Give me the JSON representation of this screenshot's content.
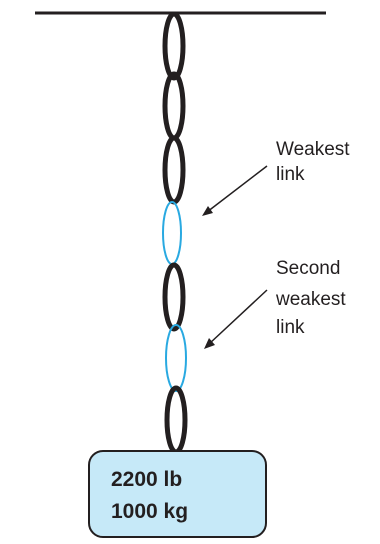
{
  "labels": {
    "weakest": [
      "Weakest",
      "link"
    ],
    "second_weakest": [
      "Second",
      "weakest",
      "link"
    ]
  },
  "weight": {
    "pounds": "2200 lb",
    "kilograms": "1000 kg"
  },
  "colors": {
    "strong_link": "#231f20",
    "weak_link": "#29a9e1",
    "weight_fill": "#c6e9f8",
    "weight_stroke": "#231f20",
    "line": "#231f20"
  }
}
